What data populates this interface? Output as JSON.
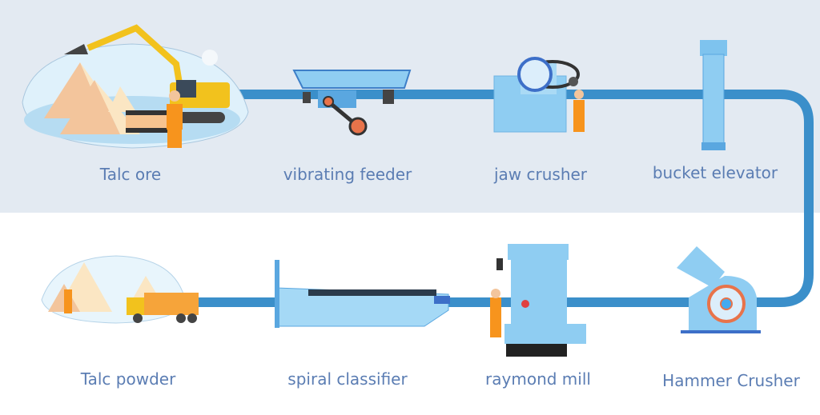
{
  "title": "Talc powder processing flow",
  "colors": {
    "pipe": "#3b8fca",
    "label": "#5b7db3",
    "machine": "#8fcdf2",
    "band": "#e3eaf2"
  },
  "steps": [
    {
      "label": "Talc ore",
      "icon": "talc-ore-quarry-icon"
    },
    {
      "label": "vibrating feeder",
      "icon": "vibrating-feeder-icon"
    },
    {
      "label": "jaw crusher",
      "icon": "jaw-crusher-icon"
    },
    {
      "label": "bucket elevator",
      "icon": "bucket-elevator-icon"
    },
    {
      "label": "Hammer Crusher",
      "icon": "hammer-crusher-icon"
    },
    {
      "label": "raymond mill",
      "icon": "raymond-mill-icon"
    },
    {
      "label": "spiral classifier",
      "icon": "spiral-classifier-icon"
    },
    {
      "label": "Talc powder",
      "icon": "talc-powder-truck-icon"
    }
  ]
}
